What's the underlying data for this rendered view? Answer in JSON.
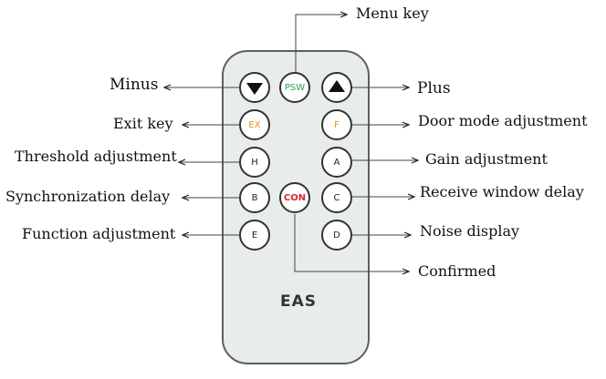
{
  "remote": {
    "brand": "EAS",
    "keys": {
      "minus": "",
      "psw": "PSW",
      "plus": "",
      "ex": "EX",
      "f": "F",
      "h": "H",
      "a": "A",
      "b": "B",
      "con": "CON",
      "c": "C",
      "e": "E",
      "d": "D"
    }
  },
  "labels": {
    "menu_key": "Menu key",
    "minus": "Minus",
    "plus": "Plus",
    "exit_key": "Exit key",
    "door_mode": "Door mode adjustment",
    "threshold": "Threshold adjustment",
    "gain": "Gain adjustment",
    "sync_delay": "Synchronization delay",
    "receive_window": "Receive window delay",
    "function_adj": "Function adjustment",
    "noise": "Noise display",
    "confirmed": "Confirmed"
  },
  "colors": {
    "remote_body": "#e8ecea",
    "psw_text": "#2e9e57",
    "ex_f_text": "#f08a1a",
    "con_text": "#d8262d"
  }
}
